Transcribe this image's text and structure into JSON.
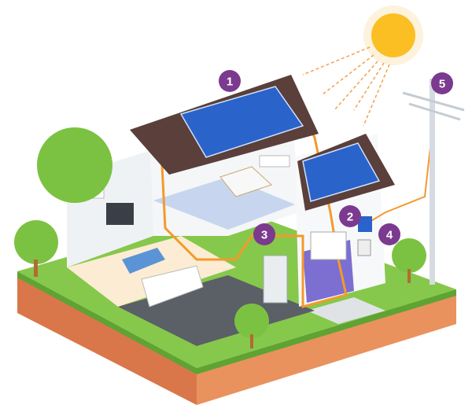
{
  "colors": {
    "marker": "#7b3a8f",
    "grass": "#7cc242",
    "soil": "#e08a5a",
    "panel": "#2a63c9",
    "roof": "#5a3f3a",
    "wire": "#f39a2b",
    "sun": "#fbbf24"
  },
  "markers": [
    {
      "label": "1"
    },
    {
      "label": "2"
    },
    {
      "label": "3"
    },
    {
      "label": "4"
    },
    {
      "label": "5"
    }
  ]
}
